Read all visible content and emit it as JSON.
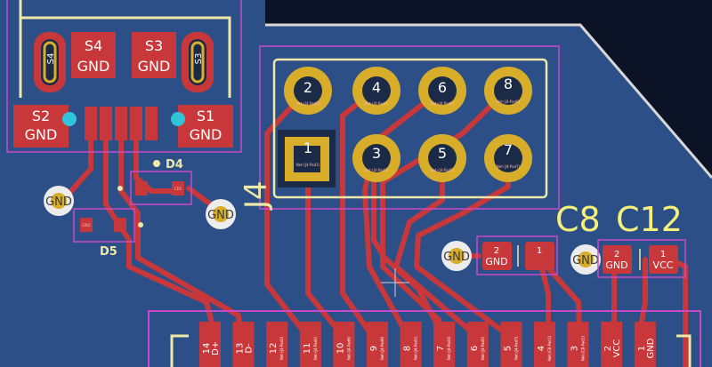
{
  "board": {
    "header": {
      "ref": "J4",
      "odd_pins": [
        "1",
        "3",
        "5",
        "7"
      ],
      "even_pins": [
        "2",
        "4",
        "6",
        "8"
      ]
    },
    "switches": [
      {
        "ref": "S4",
        "net": "GND"
      },
      {
        "ref": "S3",
        "net": "GND"
      },
      {
        "ref": "S2",
        "net": "GND"
      },
      {
        "ref": "S1",
        "net": "GND"
      }
    ],
    "usb_hole_labels": [
      "S4",
      "S3"
    ],
    "diodes": [
      "D4",
      "D5"
    ],
    "caps": [
      {
        "ref": "C8",
        "pads": [
          {
            "num": "2",
            "net": "GND"
          },
          {
            "num": "1",
            "net": ""
          }
        ]
      },
      {
        "ref": "C12",
        "pads": [
          {
            "num": "2",
            "net": "GND"
          },
          {
            "num": "1",
            "net": "VCC"
          }
        ]
      }
    ],
    "vias": [
      "GND",
      "GND",
      "GND",
      "GND"
    ],
    "pad_netnames": {
      "header_pin1": "Net-(J4-Pad1)",
      "header_pin2": "Net-(J4-Pad2)",
      "header_pin3": "Net-(J4-Pad3)",
      "header_pin4": "Net-(J4-Pad4)",
      "header_pin5": "Net-(J4-Pad5)",
      "header_pin6": "Net-(J4-Pad6)",
      "header_pin7": "Net-(J4-Pad7)",
      "header_pin8": "Net-(J4-Pad8)",
      "d5_pad": "GND",
      "d4_pad": "CD1"
    },
    "connector_pads": [
      {
        "num": "14",
        "net": "D+"
      },
      {
        "num": "13",
        "net": "D-"
      },
      {
        "num": "12",
        "net": "Net-(J4-Pad2)"
      },
      {
        "num": "11",
        "net": "Net-(J4-Pad4)"
      },
      {
        "num": "10",
        "net": "Net-(J4-Pad6)"
      },
      {
        "num": "9",
        "net": "Net-(J4-Pad8)"
      },
      {
        "num": "8",
        "net": "Net-(J4-Pad1)"
      },
      {
        "num": "7",
        "net": "Net-(J4-Pad3)"
      },
      {
        "num": "6",
        "net": "Net-(J4-Pad5)"
      },
      {
        "num": "5",
        "net": "Net-(J4-Pad7)"
      },
      {
        "num": "4",
        "net": "Net-(C8-Pad1)"
      },
      {
        "num": "3",
        "net": "Net-(C8-Pad1)"
      },
      {
        "num": "2",
        "net": "VCC"
      },
      {
        "num": "1",
        "net": "GND"
      }
    ]
  }
}
